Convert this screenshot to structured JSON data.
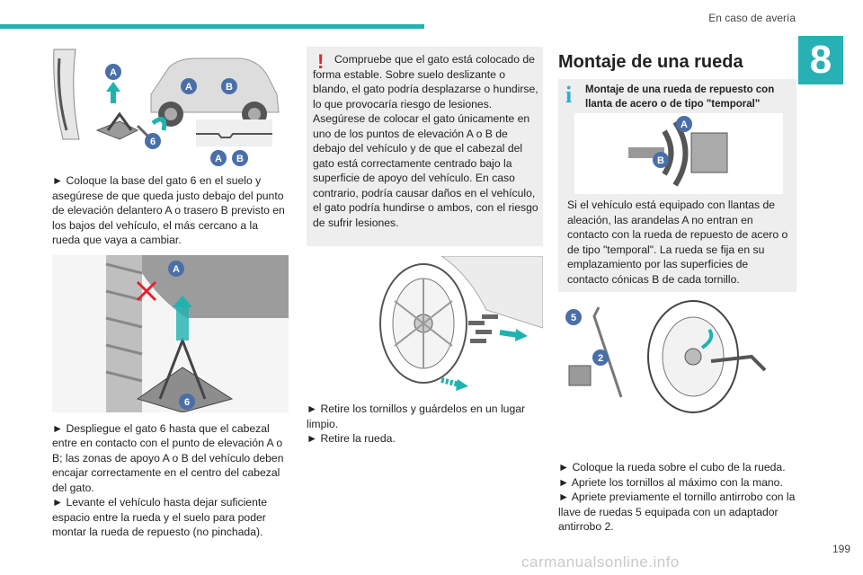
{
  "header": {
    "section_title": "En caso de avería",
    "chapter_number": "8"
  },
  "col1": {
    "fig1_labels": [
      "A",
      "A",
      "B",
      "6",
      "A",
      "B"
    ],
    "p1": "► Coloque la base del gato 6 en el suelo y asegúrese de que queda justo debajo del punto de elevación delantero A o trasero B previsto en los bajos del vehículo, el más cercano a la rueda que vaya a cambiar.",
    "fig2_labels": [
      "A",
      "6"
    ],
    "p2": "► Despliegue el gato 6 hasta que el cabezal entre en contacto con el punto de elevación A o B; las zonas de apoyo A o B del vehículo deben encajar correctamente en el centro del cabezal del gato.",
    "p3": "► Levante el vehículo hasta dejar suficiente espacio entre la rueda y el suelo para poder montar la rueda de repuesto (no pinchada)."
  },
  "col2": {
    "warning_mark": "!",
    "warning_text": "Compruebe que el gato está colocado de forma estable. Sobre suelo deslizante o blando, el gato podría desplazarse o hundirse, lo que provocaría riesgo de lesiones. Asegúrese de colocar el gato únicamente en uno de los puntos de elevación A o B de debajo del vehículo y de que el cabezal del gato está correctamente centrado bajo la superficie de apoyo del vehículo. En caso contrario, podría causar daños en el vehículo, el gato podría hundirse o ambos, con el riesgo de sufrir lesiones.",
    "p1": "► Retire los tornillos y guárdelos en un lugar limpio.",
    "p2": "► Retire la rueda."
  },
  "col3": {
    "heading": "Montaje de una rueda",
    "info_mark": "i",
    "info_title": "Montaje de una rueda de repuesto con llanta de acero o de tipo \"temporal\"",
    "info_fig_labels": [
      "A",
      "B"
    ],
    "info_text": "Si el vehículo está equipado con llantas de aleación, las arandelas A no entran en contacto con la rueda de repuesto de acero o de tipo \"temporal\". La rueda se fija en su emplazamiento por las superficies de contacto cónicas B de cada tornillo.",
    "fig_labels": [
      "5",
      "2"
    ],
    "p1": "► Coloque la rueda sobre el cubo de la rueda.",
    "p2": "► Apriete los tornillos al máximo con la mano.",
    "p3": "► Apriete previamente el tornillo antirrobo con la llave de ruedas 5 equipada con un adaptador antirrobo 2."
  },
  "footer": {
    "page_number": "199",
    "watermark": "carmanualsonline.info"
  },
  "colors": {
    "accent": "#27b1b4",
    "warning": "#e3232c",
    "info": "#2ab0d6",
    "label_circle": "#4a6fa8"
  }
}
